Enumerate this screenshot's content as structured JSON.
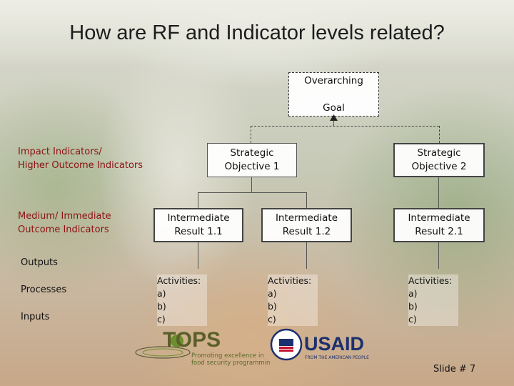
{
  "title": "How are RF and Indicator levels related?",
  "goal_box": "Overarching\n\nGoal",
  "strategic_objectives": [
    "Strategic\nObjective 1",
    "Strategic\nObjective 2"
  ],
  "intermediate_results": [
    "Intermediate\nResult 1.1",
    "Intermediate\nResult 1.2",
    "Intermediate\nResult 2.1"
  ],
  "left_labels": {
    "impact": "Impact Indicators/\nHigher Outcome Indicators",
    "medium": "Medium/ Immediate\nOutcome Indicators",
    "outputs": "Outputs",
    "processes": "Processes",
    "inputs": "Inputs"
  },
  "activities": [
    {
      "heading": "Activities:",
      "items": [
        "a)",
        "b)",
        "c)"
      ]
    },
    {
      "heading": "Activities:",
      "items": [
        "a)",
        "b)",
        "c)"
      ]
    },
    {
      "heading": "Activities:",
      "items": [
        "a)",
        "b)",
        "c)"
      ]
    }
  ],
  "logos": {
    "tops_name": "TOPS",
    "tops_tagline_1": "Promoting excellence in",
    "tops_tagline_2": "food security programming",
    "usaid_name": "USAID",
    "usaid_tagline": "FROM THE AMERICAN PEOPLE"
  },
  "slide_number": "Slide # 7",
  "colors": {
    "indicator_label": "#8a1212",
    "usaid_blue": "#1c2f6e",
    "usaid_red": "#c8102e",
    "tops_green": "#6b8f2a"
  }
}
